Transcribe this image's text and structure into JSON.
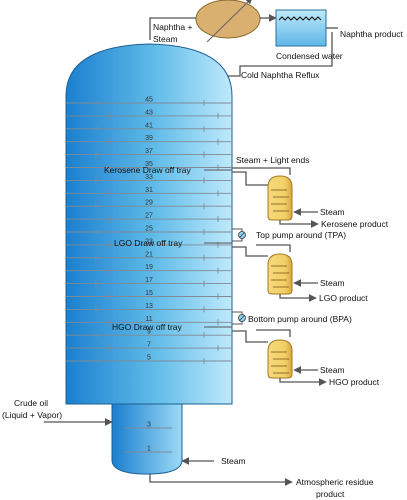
{
  "labels": {
    "naphtha_steam_1": "Naphtha +",
    "naphtha_steam_2": "Steam",
    "naphtha_product": "Naphtha product",
    "condensed_water": "Condensed water",
    "cold_naphtha_reflux": "Cold Naphtha Reflux",
    "steam_light_ends": "Steam + Light ends",
    "kerosene_draw": "Kerosene Draw off tray",
    "kerosene_steam": "Steam",
    "kerosene_product": "Kerosene product",
    "tpa": "Top pump around (TPA)",
    "lgo_draw": "LGO Draw off tray",
    "lgo_steam": "Steam",
    "lgo_product": "LGO product",
    "bpa": "Bottom pump around (BPA)",
    "hgo_draw": "HGO Draw off tray",
    "hgo_steam": "Steam",
    "hgo_product": "HGO product",
    "crude_oil_1": "Crude oil",
    "crude_oil_2": "(Liquid + Vapor)",
    "bottom_steam": "Steam",
    "residue_1": "Atmospheric residue",
    "residue_2": "product"
  },
  "column_trays": [
    "45",
    "43",
    "41",
    "39",
    "37",
    "35",
    "33",
    "31",
    "29",
    "27",
    "25",
    "23",
    "21",
    "19",
    "17",
    "15",
    "13",
    "11",
    "9",
    "7",
    "5"
  ],
  "bottom_trays": [
    "3",
    "1"
  ],
  "colors": {
    "column_blue": "#1a7fcf",
    "column_light": "#8fd3f4",
    "heat_exchanger": "#d9b070",
    "stripper": "#f3cf68",
    "drum": "#8fd3f4",
    "pipe": "#555555"
  }
}
